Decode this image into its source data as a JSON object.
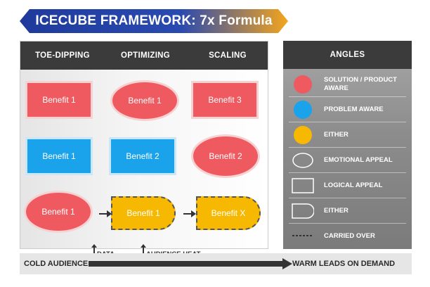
{
  "title": "ICECUBE FRAMEWORK: 7x Formula",
  "colors": {
    "red": "#ef5a60",
    "blue": "#1aa3ea",
    "yellow": "#f6b800",
    "header": "#3b3b3b",
    "title_gradient_start": "#1f3a9c",
    "title_gradient_end": "#f4a51c"
  },
  "columns": [
    "TOE-DIPPING",
    "OPTIMIZING",
    "SCALING"
  ],
  "rows": [
    {
      "cells": [
        {
          "label": "Benefit 1",
          "shape": "rectangle",
          "color": "red"
        },
        {
          "label": "Benefit 1",
          "shape": "ellipse",
          "color": "red"
        },
        {
          "label": "Benefit 3",
          "shape": "rectangle",
          "color": "red"
        }
      ]
    },
    {
      "cells": [
        {
          "label": "Benefit 1",
          "shape": "rectangle",
          "color": "blue"
        },
        {
          "label": "Benefit 2",
          "shape": "rectangle",
          "color": "blue"
        },
        {
          "label": "Benefit 2",
          "shape": "ellipse",
          "color": "red"
        }
      ]
    },
    {
      "cells": [
        {
          "label": "Benefit 1",
          "shape": "ellipse",
          "color": "red"
        },
        {
          "label": "Benefit 1",
          "shape": "pill",
          "color": "yellow",
          "carried_over": true
        },
        {
          "label": "Benefit X",
          "shape": "pill",
          "color": "yellow",
          "carried_over": true
        }
      ]
    }
  ],
  "angles": {
    "header": "ANGLES",
    "items": [
      {
        "label": "SOLUTION / PRODUCT AWARE",
        "icon": "red-circle-icon"
      },
      {
        "label": "PROBLEM AWARE",
        "icon": "blue-circle-icon"
      },
      {
        "label": "EITHER",
        "icon": "yellow-circle-icon"
      },
      {
        "label": "EMOTIONAL APPEAL",
        "icon": "ellipse-outline-icon"
      },
      {
        "label": "LOGICAL APPEAL",
        "icon": "rectangle-outline-icon"
      },
      {
        "label": "EITHER",
        "icon": "pill-outline-icon"
      },
      {
        "label": "CARRIED OVER",
        "icon": "dashed-line-icon"
      }
    ]
  },
  "markers": {
    "data": "DATA",
    "audience_heat": "AUDIENCE HEAT"
  },
  "bottom": {
    "left": "COLD AUDIENCE",
    "right": "WARM LEADS ON DEMAND"
  }
}
